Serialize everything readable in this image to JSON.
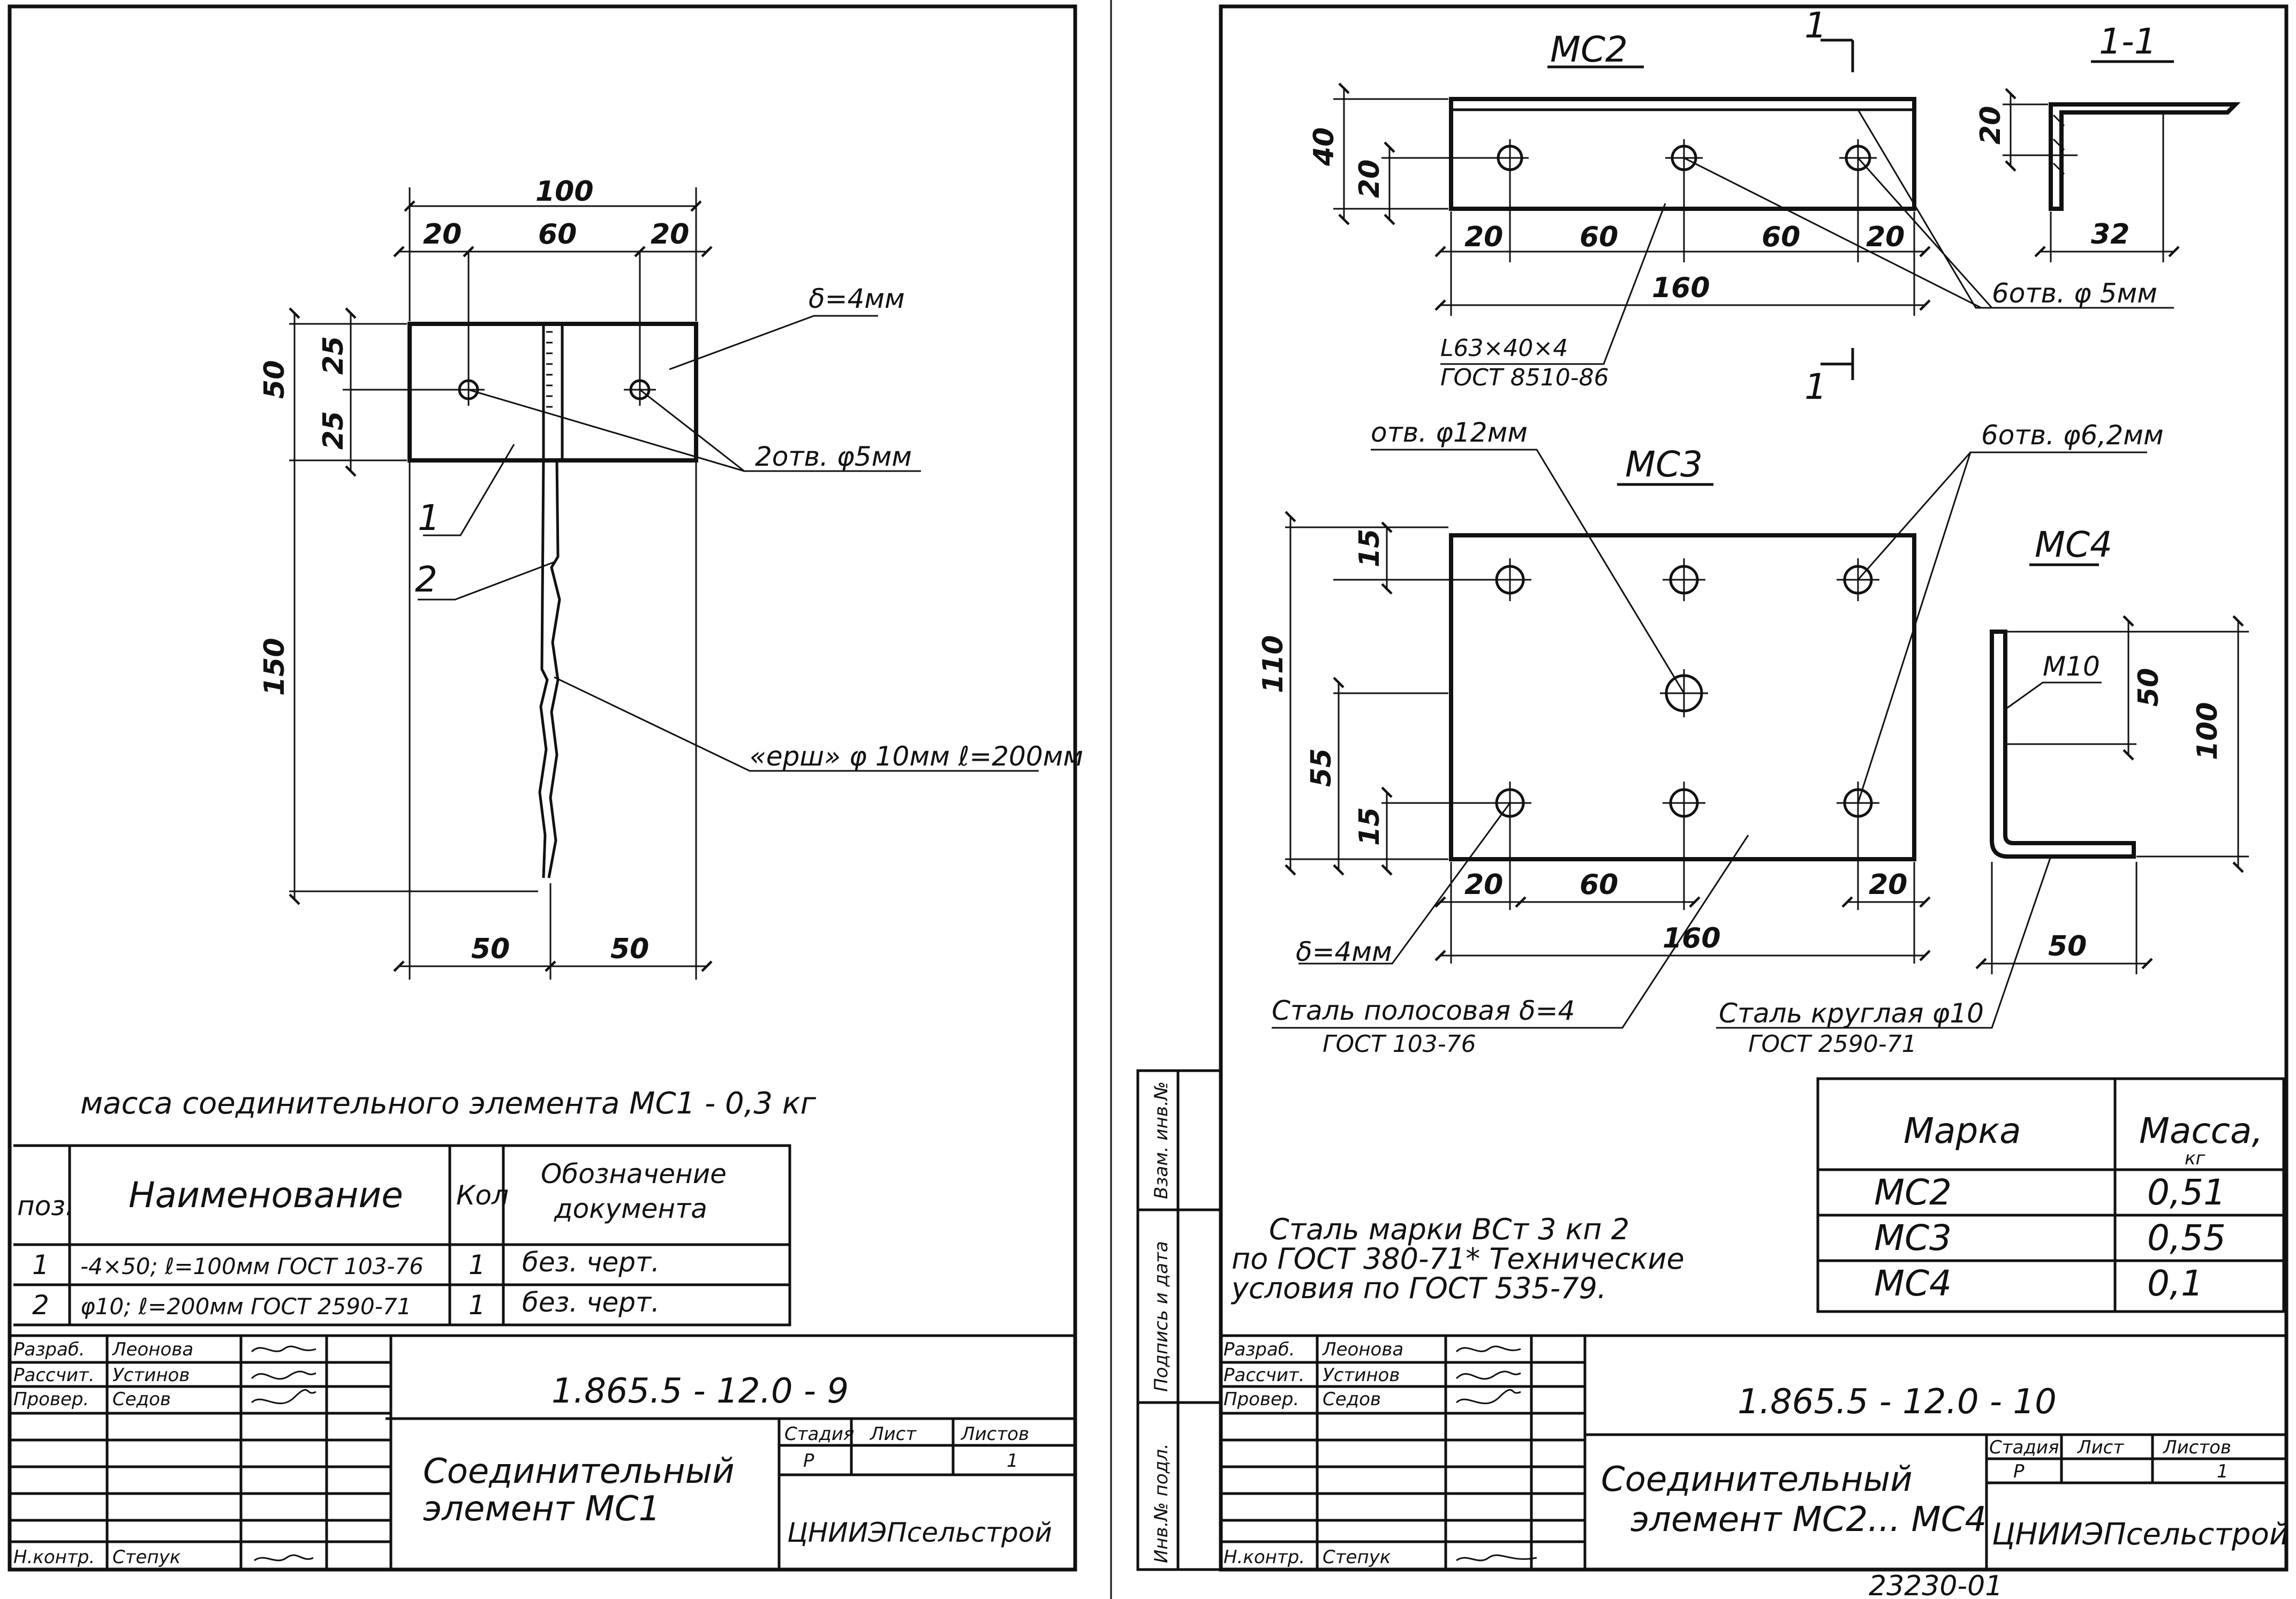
{
  "left_sheet": {
    "dims": {
      "total_width": "100",
      "seg_a": "20",
      "seg_b": "60",
      "seg_c": "20",
      "height_total": "50",
      "height_a": "25",
      "height_b": "25",
      "long_height": "150",
      "bottom_left": "50",
      "bottom_right": "50"
    },
    "labels": {
      "thickness": "δ=4мм",
      "holes": "2отв. φ5мм",
      "ruff": "«ерш» φ 10мм ℓ=200мм",
      "pos1": "1",
      "pos2": "2"
    },
    "mass_note": "масса соединительного элемента МС1 - 0,3 кг",
    "spec_table": {
      "headers": [
        "поз.",
        "Наименование",
        "Кол",
        "Обозначение",
        "документа"
      ],
      "rows": [
        [
          "1",
          "-4×50; ℓ=100мм ГОСТ 103-76",
          "1",
          "без. черт."
        ],
        [
          "2",
          "φ10; ℓ=200мм ГОСТ 2590-71",
          "1",
          "без. черт."
        ]
      ]
    },
    "title_block": {
      "roles": [
        "Разраб.",
        "Рассчит.",
        "Провер.",
        "Н.контр."
      ],
      "names": [
        "Леонова",
        "Устинов",
        "Седов",
        "Степук"
      ],
      "code": "1.865.5 - 12.0 - 9",
      "title_line1": "Соединительный",
      "title_line2": "элемент МС1",
      "stage_header": "Стадия",
      "sheet_header": "Лист",
      "sheets_header": "Листов",
      "stage_value": "Р",
      "sheets_value": "1",
      "org": "ЦНИИЭПсельстрой"
    }
  },
  "right_sheet": {
    "mc2": {
      "title": "МС2",
      "height": "40",
      "height_half": "20",
      "segs": [
        "20",
        "60",
        "60",
        "20"
      ],
      "total": "160",
      "profile_line1": "L63×40×4",
      "profile_line2": "ГОСТ 8510-86",
      "holes": "6отв. φ 5мм",
      "section_mark": "1"
    },
    "section": {
      "title": "1-1",
      "height": "20",
      "width": "32"
    },
    "mc3": {
      "title": "МС3",
      "big_hole": "отв. φ12мм",
      "holes": "6отв. φ6,2мм",
      "dims_left": [
        "15",
        "110",
        "55",
        "15"
      ],
      "dims_bottom": [
        "20",
        "60",
        "20"
      ],
      "total": "160",
      "thickness": "δ=4мм",
      "material_line1": "Сталь полосовая δ=4",
      "material_line2": "ГОСТ 103-76"
    },
    "mc4": {
      "title": "МС4",
      "thread": "М10",
      "height_half": "50",
      "height": "100",
      "width": "50",
      "material_line1": "Сталь круглая φ10",
      "material_line2": "ГОСТ 2590-71"
    },
    "steel_note": [
      "Сталь марки ВСт 3 кп 2",
      "по ГОСТ 380-71* Технические",
      "условия по ГОСТ 535-79."
    ],
    "mass_table": {
      "headers": [
        "Марка",
        "Масса,",
        "кг"
      ],
      "rows": [
        [
          "МС2",
          "0,51"
        ],
        [
          "МС3",
          "0,55"
        ],
        [
          "МС4",
          "0,1"
        ]
      ]
    },
    "side_stamps": [
      "Инв.№ подл.",
      "Подпись и дата",
      "Взам. инв.№"
    ],
    "title_block": {
      "roles": [
        "Разраб.",
        "Рассчит.",
        "Провер.",
        "Н.контр."
      ],
      "names": [
        "Леонова",
        "Устинов",
        "Седов",
        "Степук"
      ],
      "code": "1.865.5 - 12.0 - 10",
      "title_line1": "Соединительный",
      "title_line2": "элемент МС2... МС4",
      "stage_header": "Стадия",
      "sheet_header": "Лист",
      "sheets_header": "Листов",
      "stage_value": "Р",
      "sheets_value": "1",
      "org": "ЦНИИЭПсельстрой"
    },
    "footer_number": "23230-01"
  }
}
